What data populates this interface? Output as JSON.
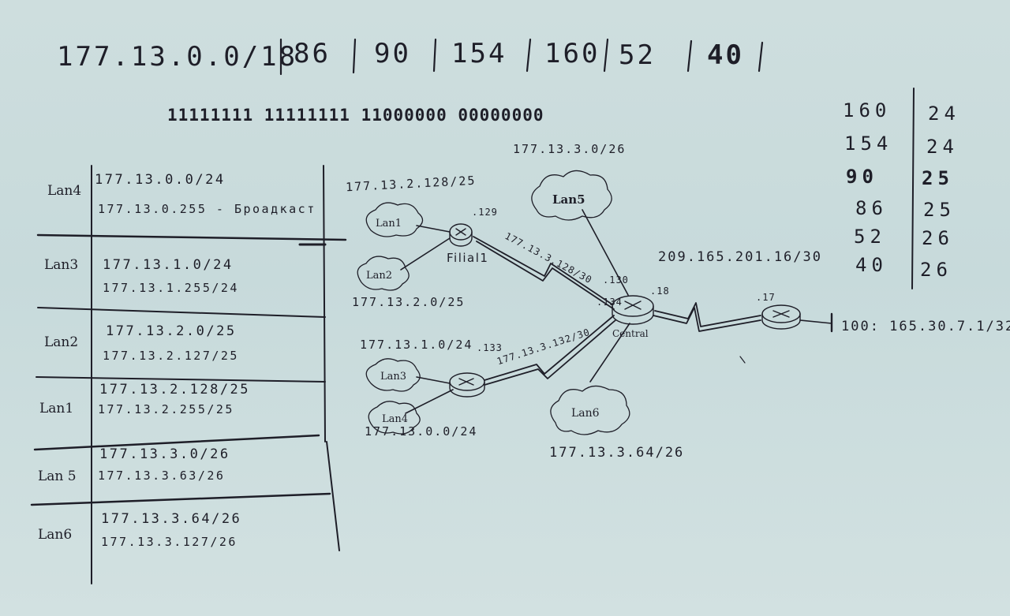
{
  "header": {
    "network": "177.13.0.0/18",
    "sizes": [
      "86",
      "90",
      "154",
      "160",
      "52",
      "40"
    ]
  },
  "binary_mask": "11111111 11111111 11000000 00000000",
  "address_table": {
    "rows": [
      {
        "lan": "Lan4",
        "first": "177.13.0.0/24",
        "last": "177.13.0.255 - Броадкаст"
      },
      {
        "lan": "Lan3",
        "first": "177.13.1.0/24",
        "last": "177.13.1.255/24"
      },
      {
        "lan": "Lan2",
        "first": "177.13.2.0/25",
        "last": "177.13.2.127/25"
      },
      {
        "lan": "Lan1",
        "first": "177.13.2.128/25",
        "last": "177.13.2.255/25"
      },
      {
        "lan": "Lan 5",
        "first": "177.13.3.0/26",
        "last": "177.13.3.63/26"
      },
      {
        "lan": "Lan6",
        "first": "177.13.3.64/26",
        "last": "177.13.3.127/26"
      }
    ]
  },
  "size_table": {
    "rows": [
      {
        "hosts": "160",
        "prefix": "24"
      },
      {
        "hosts": "154",
        "prefix": "24"
      },
      {
        "hosts": "90",
        "prefix": "25"
      },
      {
        "hosts": "86",
        "prefix": "25"
      },
      {
        "hosts": "52",
        "prefix": "26"
      },
      {
        "hosts": "40",
        "prefix": "26"
      }
    ]
  },
  "diagram": {
    "labels": {
      "lan1_net": "177.13.2.128/25",
      "lan5_net": "177.13.3.0/26",
      "lan2_net": "177.13.2.0/25",
      "lan3_net": "177.13.1.0/24",
      "lan4_net": "177.13.0.0/24",
      "lan6_net": "177.13.3.64/26",
      "link_filial_central": "177.13.3.128/30",
      "link_lower_central": "177.13.3.132/30",
      "wan_net": "209.165.201.16/30",
      "isp_loopback": "100: 165.30.7.1/32",
      "ip_129": ".129",
      "ip_130": ".130",
      "ip_133": ".133",
      "ip_134": ".134",
      "ip_18": ".18",
      "ip_17": ".17"
    },
    "routers": {
      "filial": "Filial1",
      "central": "Central"
    },
    "clouds": {
      "lan1": "Lan1",
      "lan2": "Lan2",
      "lan3": "Lan3",
      "lan4": "Lan4",
      "lan5": "Lan5",
      "lan6": "Lan6"
    }
  },
  "colors": {
    "paper": "#cadcdc",
    "ink": "#1e1e28"
  }
}
